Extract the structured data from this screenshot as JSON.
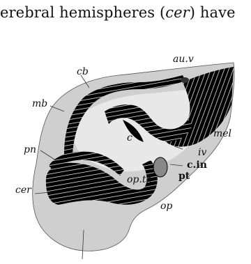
{
  "caption": {
    "pre": "erebral hemispheres (",
    "italic": "cer",
    "post": ") have"
  },
  "figure": {
    "labels": {
      "au_v": "au.v",
      "cb": "cb",
      "mb": "mb",
      "mel": "mel",
      "pn": "pn",
      "c": "c",
      "iv": "iv",
      "cer": "cer",
      "op_th": "op.th",
      "c_in": "c.in",
      "pt": "pt",
      "op": "op"
    }
  }
}
